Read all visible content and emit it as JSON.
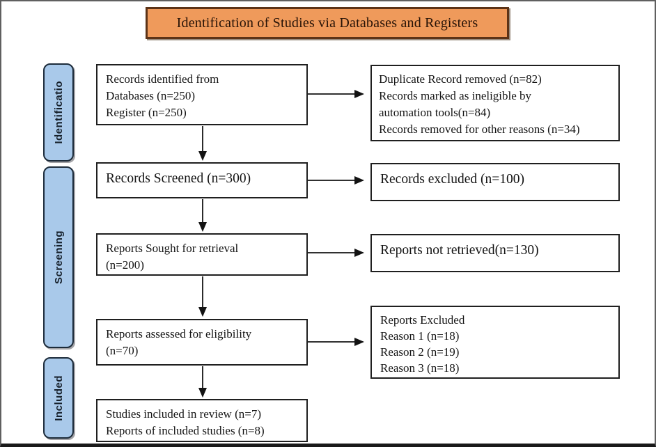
{
  "title": "Identification of Studies via Databases and Registers",
  "colors": {
    "title_bg": "#EF9A5B",
    "title_border": "#5C3317",
    "stage_bg": "#A9C9EA",
    "stage_border": "#1C2B3A",
    "box_border": "#1F1F1F",
    "arrow": "#131313",
    "frame_bottom": "#1A1A1A"
  },
  "sidebar": {
    "items": [
      {
        "label": "Identificatio"
      },
      {
        "label": "Screening"
      },
      {
        "label": "Included"
      }
    ]
  },
  "flow": {
    "main": [
      {
        "name": "records-identified",
        "lines": [
          "Records identified from",
          "Databases (n=250)",
          "Register (n=250)"
        ]
      },
      {
        "name": "records-screened",
        "lines": [
          "Records Screened (n=300)"
        ]
      },
      {
        "name": "reports-sought",
        "lines": [
          "Reports Sought for retrieval",
          "(n=200)"
        ]
      },
      {
        "name": "reports-assessed",
        "lines": [
          "Reports assessed for eligibility",
          "(n=70)"
        ]
      },
      {
        "name": "studies-included",
        "lines": [
          "Studies included in review (n=7)",
          "Reports of included studies (n=8)"
        ]
      }
    ],
    "side": [
      {
        "name": "duplicates-removed",
        "lines": [
          "Duplicate Record removed (n=82)",
          "Records marked as ineligible by",
          "automation tools(n=84)",
          "Records removed for other reasons (n=34)"
        ]
      },
      {
        "name": "records-excluded",
        "lines": [
          "Records excluded (n=100)"
        ]
      },
      {
        "name": "reports-not-retrieved",
        "lines": [
          "Reports not retrieved(n=130)"
        ]
      },
      {
        "name": "reports-excluded",
        "lines": [
          "Reports Excluded",
          "Reason 1 (n=18)",
          "Reason 2 (n=19)",
          "Reason 3 (n=18)"
        ]
      }
    ]
  }
}
